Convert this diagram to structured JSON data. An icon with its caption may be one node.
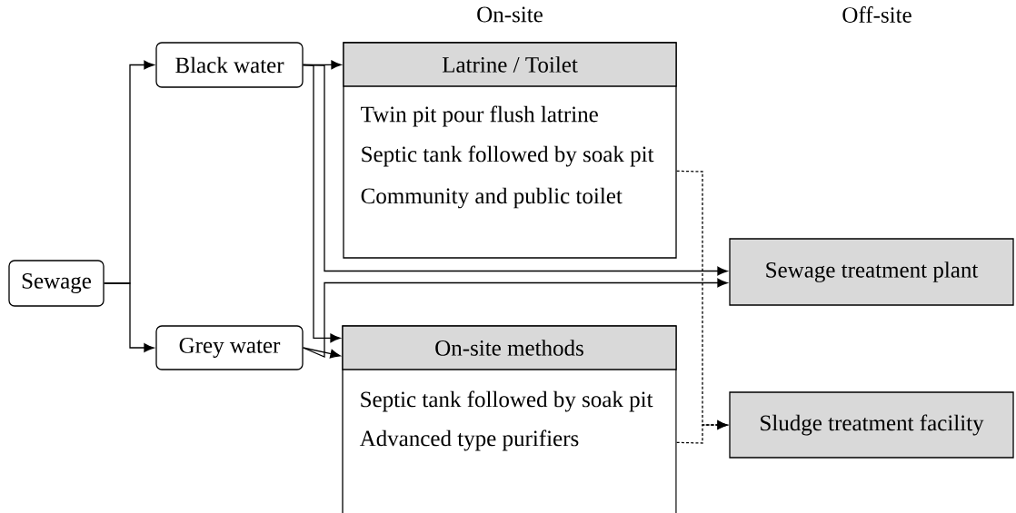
{
  "diagram": {
    "nodes": [
      {
        "text": [
          "Sewage"
        ]
      },
      {
        "text": [
          "Black water"
        ]
      },
      {
        "text": [
          "Grey water"
        ]
      },
      {
        "text": [
          "Latrine / Toilet",
          "Twin pit pour flush latrine",
          "Septic tank followed by soak pit",
          "Community and public toilet"
        ]
      },
      {
        "text": [
          "On-site methods",
          "Septic tank followed by soak pit",
          "Advanced type purifiers"
        ]
      },
      {
        "text": [
          "Sewage treatment plant"
        ]
      },
      {
        "text": [
          "Sludge treatment facility"
        ]
      }
    ],
    "edges": [
      {
        "from": 0,
        "to": 1,
        "arrow": "to"
      },
      {
        "from": 0,
        "to": 2,
        "arrow": "to"
      },
      {
        "from": 1,
        "to": 3,
        "arrow": "to"
      },
      {
        "from": 1,
        "to": 4,
        "arrow": "to"
      },
      {
        "from": 1,
        "to": 5,
        "arrow": "to"
      },
      {
        "from": 2,
        "to": 4,
        "arrow": "to"
      },
      {
        "from": 2,
        "to": 5,
        "arrow": "to"
      },
      {
        "from": 3,
        "to": 6,
        "arrow": "to",
        "style": "dashed"
      },
      {
        "from": 4,
        "to": 6,
        "arrow": "to",
        "style": "dashed"
      }
    ],
    "labels": [
      "On-site",
      "Off-site"
    ]
  }
}
